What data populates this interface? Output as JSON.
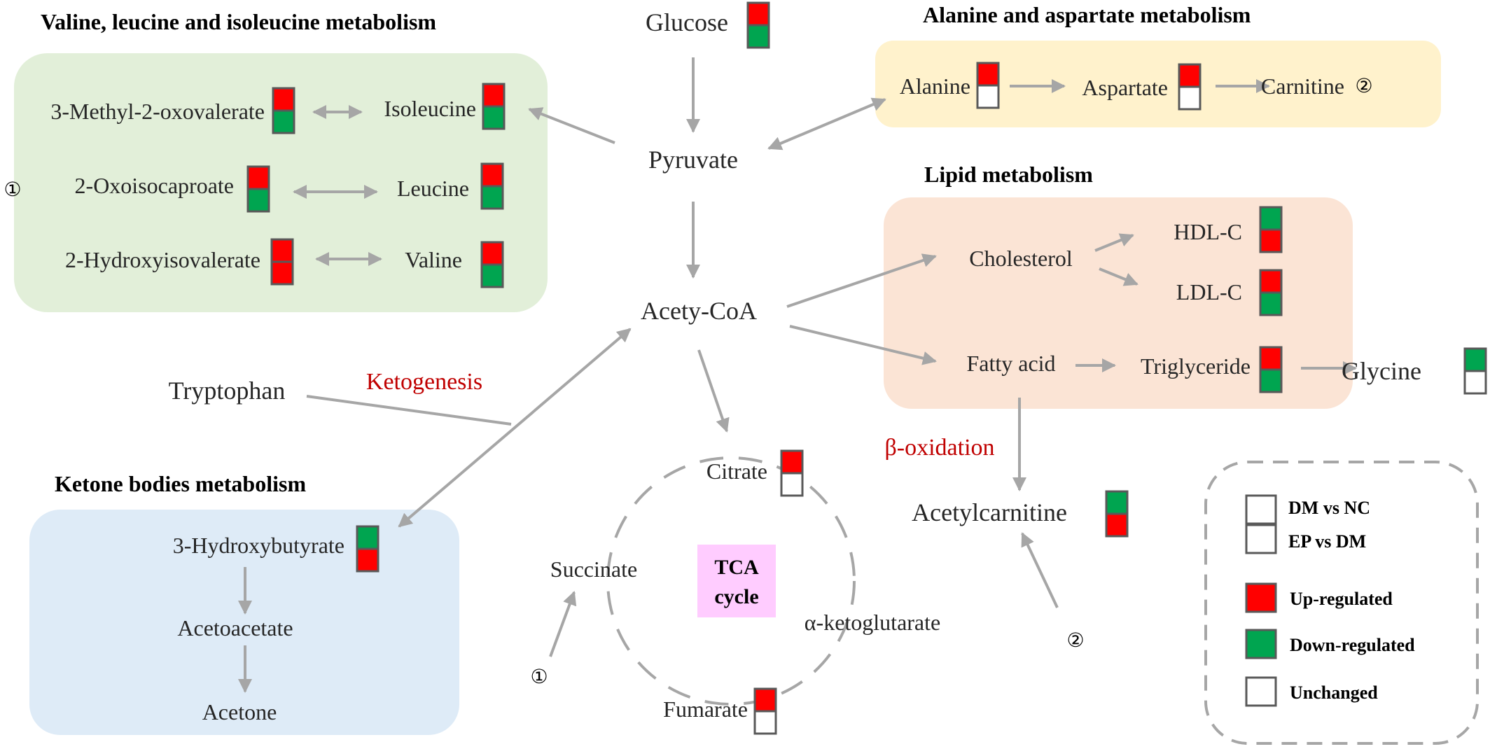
{
  "colors": {
    "up": "#ff0000",
    "down": "#00a550",
    "unchanged": "#ffffff",
    "arrow": "#a6a6a6",
    "bcaa_panel": "#e2efd9",
    "ala_panel": "#fff2cc",
    "lipid_panel": "#fbe4d5",
    "ketone_panel": "#deebf7",
    "tca_label_bg": "#ffccff",
    "emphasis_text": "#c00000"
  },
  "panels": {
    "bcaa": {
      "title": "Valine, leucine and isoleucine metabolism",
      "items": {
        "methyl_oxovalerate": "3-Methyl-2-oxovalerate",
        "isoleucine": "Isoleucine",
        "oxoisocaproate": "2-Oxoisocaproate",
        "leucine": "Leucine",
        "hydroxyisovalerate": "2-Hydroxyisovalerate",
        "valine": "Valine"
      }
    },
    "alanine": {
      "title": "Alanine and aspartate metabolism",
      "items": {
        "alanine": "Alanine",
        "aspartate": "Aspartate",
        "carnitine": "Carnitine"
      }
    },
    "lipid": {
      "title": "Lipid metabolism",
      "items": {
        "cholesterol": "Cholesterol",
        "hdl": "HDL-C",
        "ldl": "LDL-C",
        "fatty_acid": "Fatty acid",
        "triglyceride": "Triglyceride"
      }
    },
    "ketone": {
      "title": "Ketone bodies metabolism",
      "items": {
        "hydroxybutyrate": "3-Hydroxybutyrate",
        "acetoacetate": "Acetoacetate",
        "acetone": "Acetone"
      }
    }
  },
  "nodes": {
    "glucose": "Glucose",
    "pyruvate": "Pyruvate",
    "acetyl_coa": "Acety-CoA",
    "tryptophan": "Tryptophan",
    "glycine": "Glycine",
    "acetylcarnitine": "Acetylcarnitine",
    "citrate": "Citrate",
    "succinate": "Succinate",
    "ketoglutarate": "α-ketoglutarate",
    "fumarate": "Fumarate"
  },
  "labels": {
    "ketogenesis": "Ketogenesis",
    "beta_oxidation": "β-oxidation",
    "tca_line1": "TCA",
    "tca_line2": "cycle"
  },
  "markers": {
    "one": "①",
    "two": "②"
  },
  "regulation": {
    "glucose": [
      "up",
      "down"
    ],
    "methyl_oxovalerate": [
      "up",
      "down"
    ],
    "isoleucine": [
      "up",
      "down"
    ],
    "oxoisocaproate": [
      "up",
      "down"
    ],
    "leucine": [
      "up",
      "down"
    ],
    "hydroxyisovalerate": [
      "up",
      "up"
    ],
    "valine": [
      "up",
      "down"
    ],
    "alanine": [
      "up",
      "unchanged"
    ],
    "aspartate": [
      "up",
      "unchanged"
    ],
    "hdl": [
      "down",
      "up"
    ],
    "ldl": [
      "up",
      "down"
    ],
    "triglyceride": [
      "up",
      "down"
    ],
    "glycine": [
      "down",
      "unchanged"
    ],
    "hydroxybutyrate": [
      "down",
      "up"
    ],
    "citrate": [
      "up",
      "unchanged"
    ],
    "fumarate": [
      "up",
      "unchanged"
    ],
    "acetylcarnitine": [
      "down",
      "up"
    ]
  },
  "legend": {
    "dm_vs_nc": "DM vs NC",
    "ep_vs_dm": "EP vs DM",
    "up": "Up-regulated",
    "down": "Down-regulated",
    "unchanged": "Unchanged"
  }
}
